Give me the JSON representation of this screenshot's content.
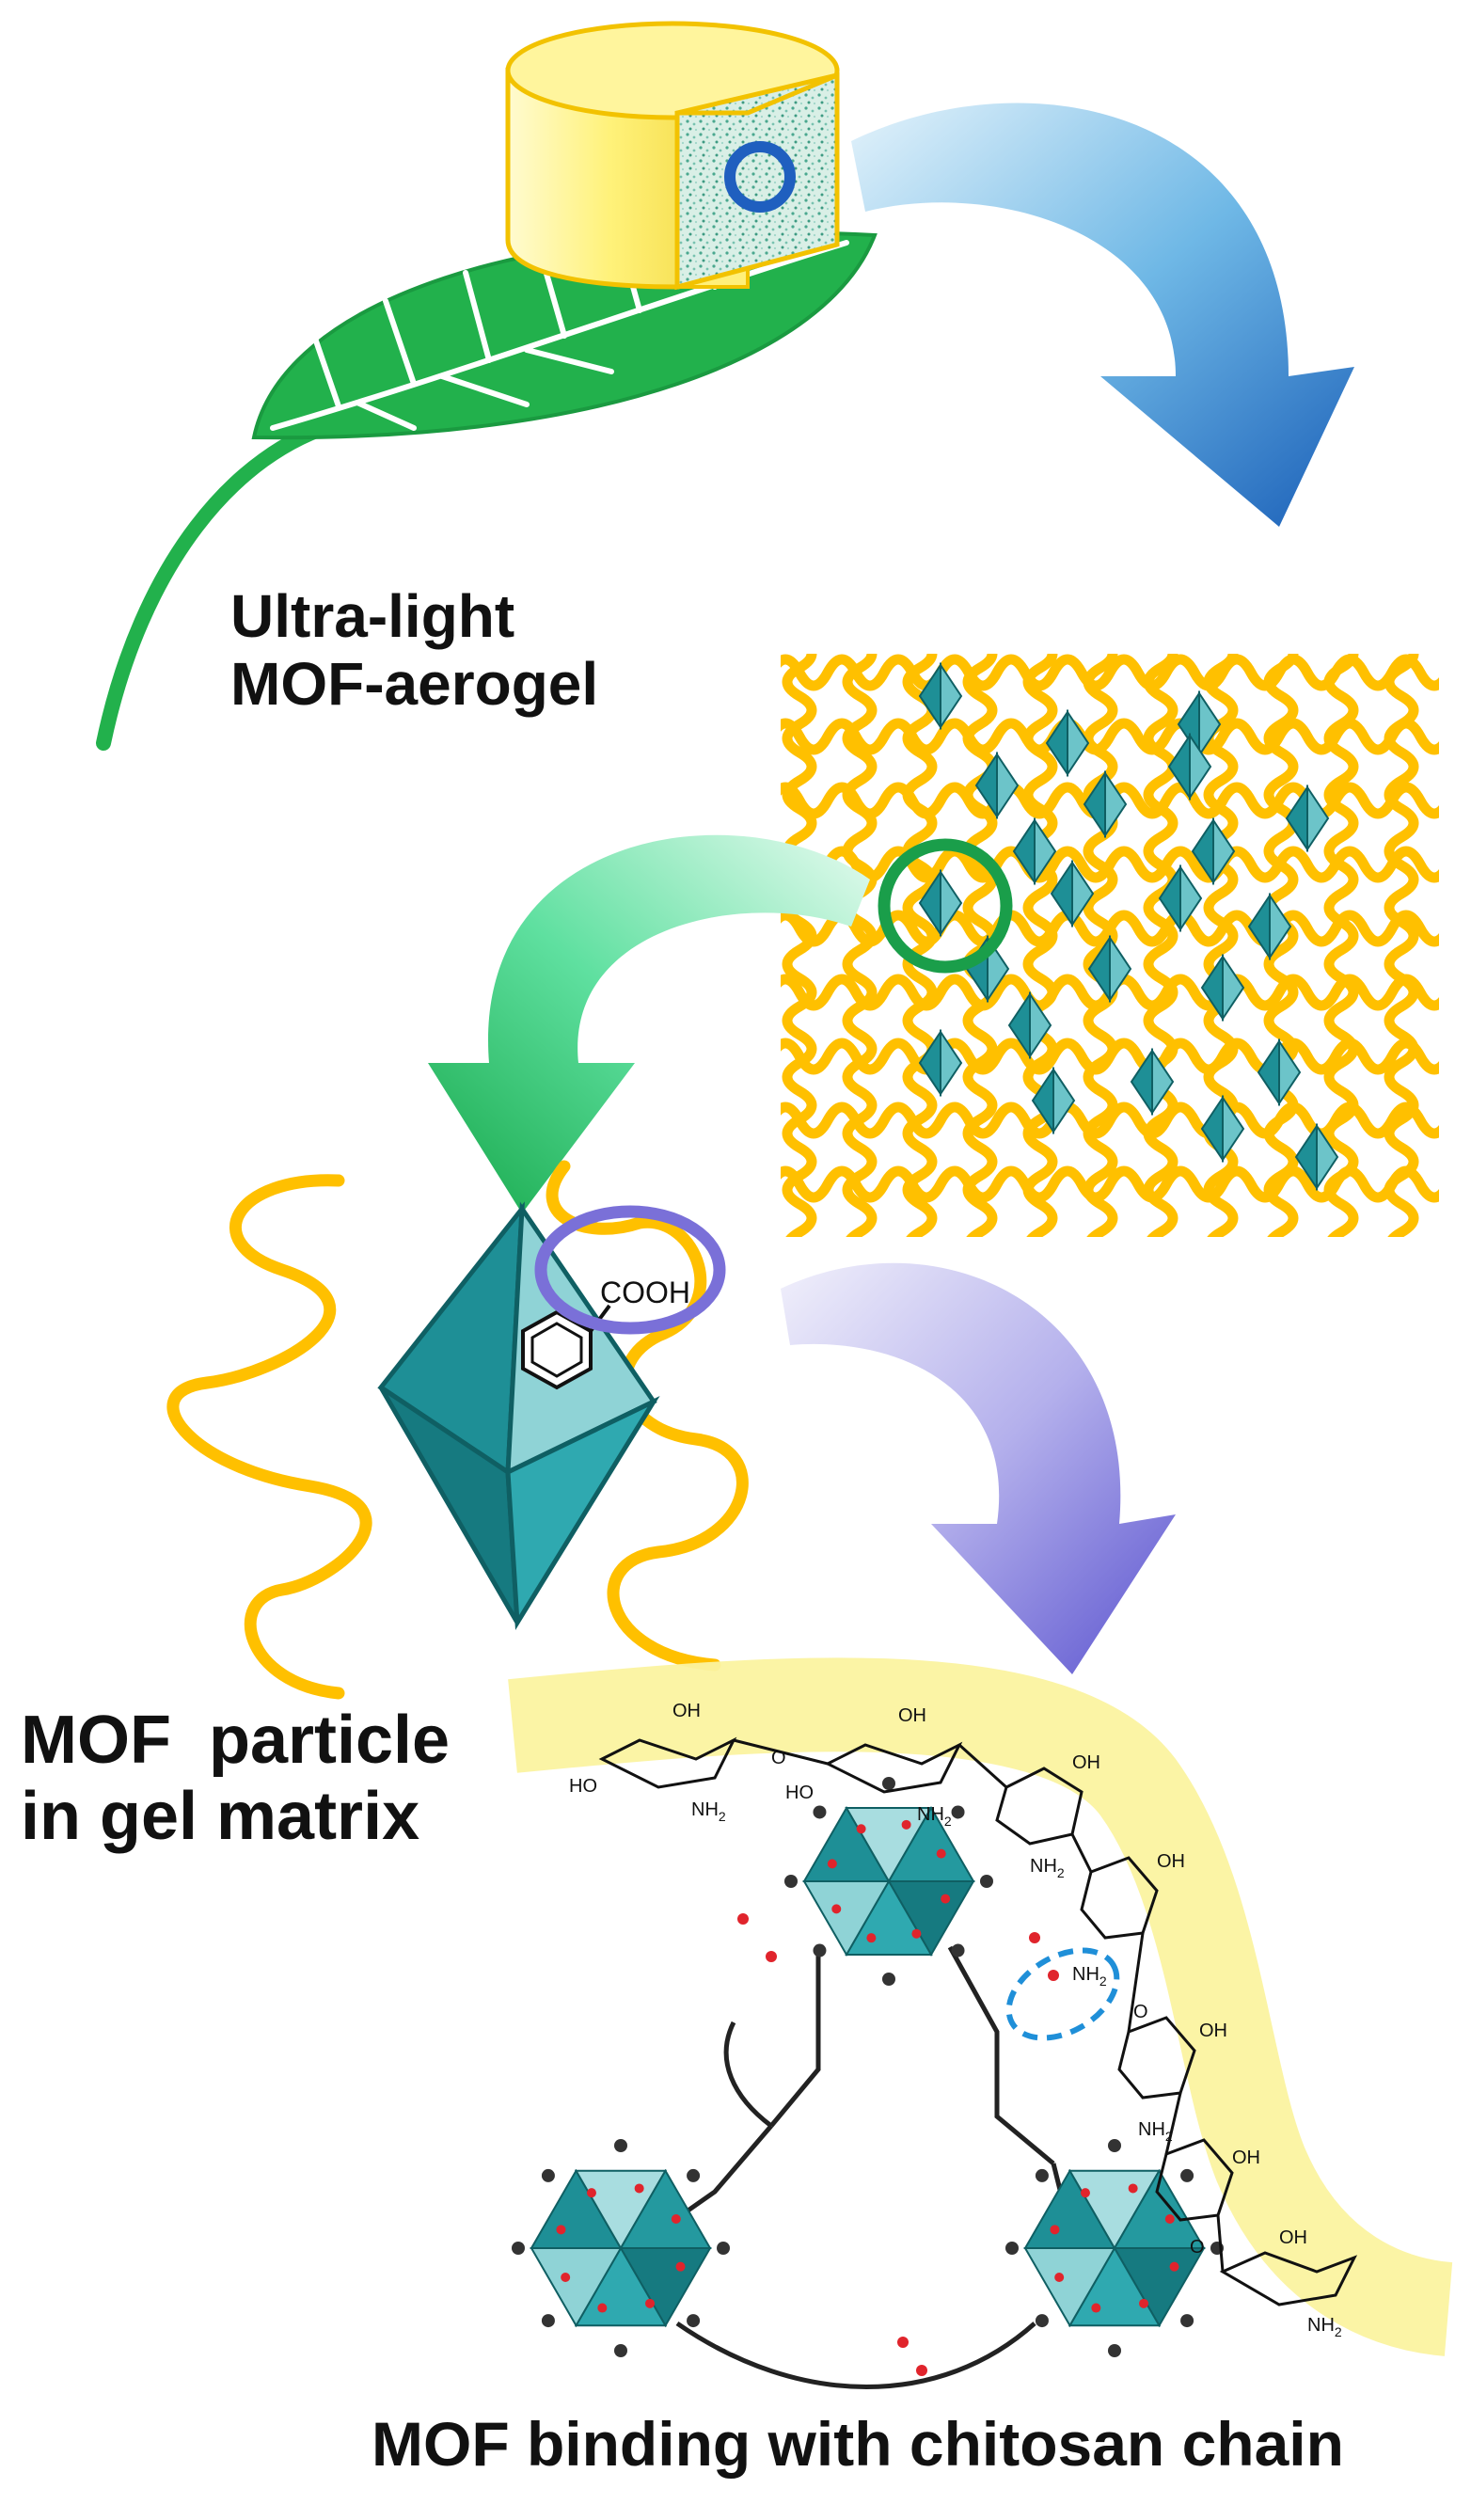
{
  "captions": {
    "aerogel_line1": "Ultra-light",
    "aerogel_line2": "MOF-aerogel",
    "particle_line1": "MOF  particle",
    "particle_line2": "in gel matrix",
    "binding": "MOF binding with chitosan chain"
  },
  "labels": {
    "carboxyl_group": "COOH",
    "hydroxyl": "OH",
    "amine": "NH",
    "amine_subscript": "2",
    "hydroxyl_left": "HO",
    "ether_oxygen": "O"
  },
  "colors": {
    "leaf": "#22b14c",
    "leaf_dark": "#0d8c3a",
    "cylinder": "#fff59d",
    "cylinder_edge": "#f2c200",
    "fiber": "#ffc000",
    "mof_teal": "#2a9ea6",
    "mof_dark": "#167a80",
    "mof_light": "#a8dde0",
    "arrow_blue": "#1a6fc4",
    "arrow_green": "#1db954",
    "arrow_purple": "#6a63d6",
    "ring_blue": "#1f5fbf",
    "ring_green": "#1a9e4a",
    "ring_purple": "#7a70d8",
    "chitosan_band": "#fbf3a0",
    "dash_blue": "#1f8fd8",
    "oxygen_red": "#e0242c"
  },
  "icons": [
    "leaf-icon",
    "aerogel-cylinder-icon",
    "octahedron-icon",
    "benzene-ring-icon",
    "chitosan-chain-icon"
  ]
}
